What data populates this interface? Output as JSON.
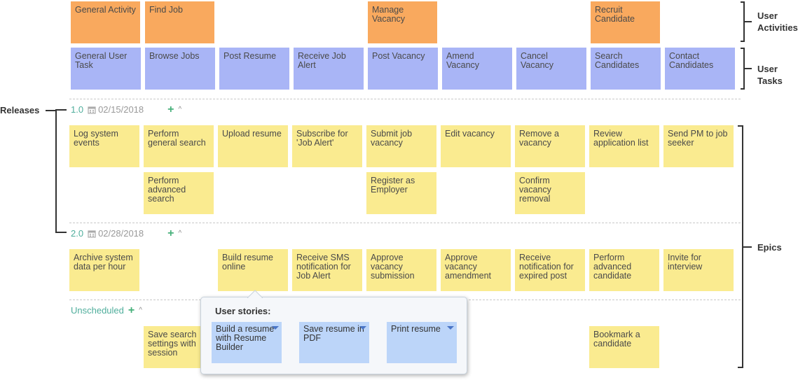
{
  "activities": [
    "General Activity",
    "Find Job",
    "Manage Vacancy",
    "Recruit Candidate"
  ],
  "tasks": [
    "General User Task",
    "Browse Jobs",
    "Post Resume",
    "Receive Job Alert",
    "Post Vacancy",
    "Amend Vacancy",
    "Cancel Vacancy",
    "Search Candidates",
    "Contact Candidates"
  ],
  "labels": {
    "user_activities": "User Activities",
    "user_tasks": "User Tasks",
    "releases": "Releases",
    "epics": "Epics"
  },
  "releases": [
    {
      "name": "1.0",
      "date": "02/15/2018"
    },
    {
      "name": "2.0",
      "date": "02/28/2018"
    },
    {
      "name": "Unscheduled",
      "date": ""
    }
  ],
  "release1": {
    "row1": [
      "Log system events",
      "Perform general search",
      "Upload resume",
      "Subscribe for 'Job Alert'",
      "Submit job vacancy",
      "Edit vacancy",
      "Remove a vacancy",
      "Review application list",
      "Send PM to job seeker"
    ],
    "row2": [
      "Perform advanced search",
      "Register as Employer",
      "Confirm vacancy removal"
    ]
  },
  "release2": {
    "row1": [
      "Archive system data per hour",
      "Build resume online",
      "Receive SMS notification for Job Alert",
      "Approve vacancy submission",
      "Approve vacancy amendment",
      "Receive notification for expired post",
      "Perform advanced candidate",
      "Invite for interview"
    ]
  },
  "unscheduled": {
    "row1": [
      "Save search settings with session",
      "Bookmark a candidate"
    ]
  },
  "popup": {
    "title": "User stories:",
    "stories": [
      "Build a resume with Resume Builder",
      "Save resume in PDF",
      "Print resume"
    ]
  },
  "icons": {
    "calendar": "calendar-icon",
    "add": "plus-icon",
    "collapse": "chevron-up-icon",
    "dropdown": "dropdown-triangle-icon"
  },
  "colors": {
    "activity": "#f9a95e",
    "task": "#a9b5f6",
    "epic": "#faeb90",
    "story": "#bcd5f9",
    "release_text": "#4fae9c"
  }
}
